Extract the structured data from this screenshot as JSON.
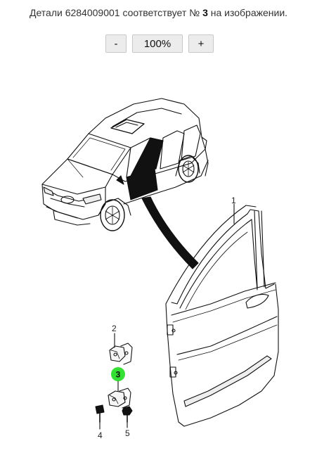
{
  "caption": {
    "prefix": "Детали 6284009001 соответствует №",
    "number": "3",
    "suffix": "на изображении."
  },
  "zoom": {
    "minus_label": "-",
    "level": "100%",
    "plus_label": "+"
  },
  "callouts": {
    "door": "1",
    "upper_hinge": "2",
    "lower_hinge": "3",
    "bolt": "4",
    "nut": "5"
  },
  "highlight_color": "#33e033"
}
